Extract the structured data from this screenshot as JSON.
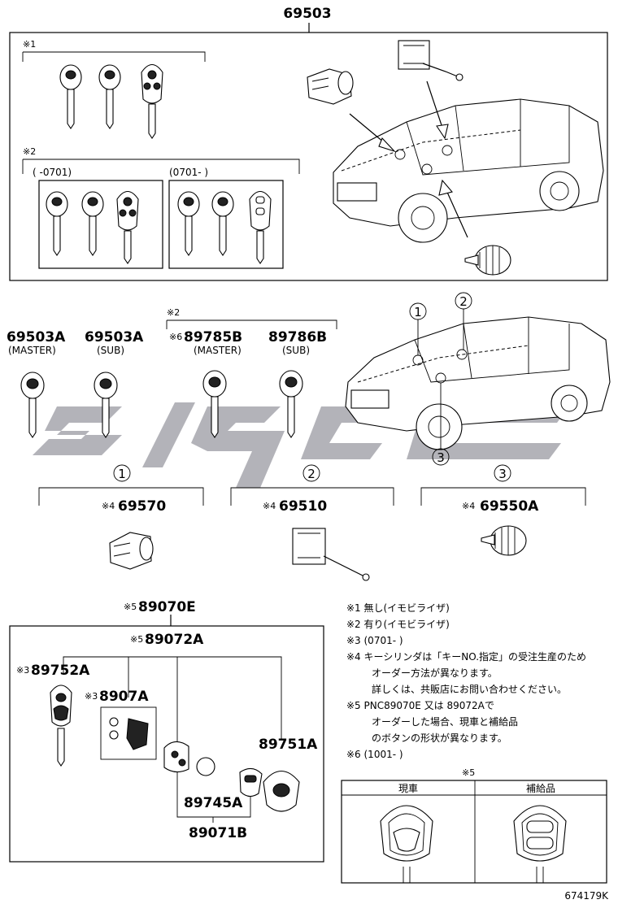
{
  "top": {
    "part_no": "69503",
    "ref1_mark": "※1",
    "ref2_mark": "※2",
    "group_a_label": "(   -0701)",
    "group_b_label": "(0701-   )"
  },
  "keys_row": {
    "ref2_mark": "※2",
    "items": [
      {
        "part_no": "69503A",
        "sub": "(MASTER)"
      },
      {
        "part_no": "69503A",
        "sub": "(SUB)"
      },
      {
        "mark": "※6",
        "part_no": "89785B",
        "sub": "(MASTER)"
      },
      {
        "part_no": "89786B",
        "sub": "(SUB)"
      }
    ]
  },
  "callouts": [
    "1",
    "2",
    "3"
  ],
  "cylinders": [
    {
      "mark": "※4",
      "part_no": "69570"
    },
    {
      "mark": "※4",
      "part_no": "69510"
    },
    {
      "mark": "※4",
      "part_no": "69550A"
    }
  ],
  "transmitter": {
    "kit_mark": "※5",
    "kit_part": "89070E",
    "assy_mark": "※5",
    "assy_part": "89072A",
    "key_mark": "※3",
    "key_part": "89752A",
    "board_mark": "※3",
    "board_part": "8907A",
    "cover_part": "89751A",
    "battery_part": "89745A",
    "case_part": "89071B"
  },
  "notes": [
    "※1 無し(イモビライザ)",
    "※2 有り(イモビライザ)",
    "※3 (0701-    )",
    "※4 キーシリンダは「キーNO.指定」の受注生産のため",
    "オーダー方法が異なります。",
    "詳しくは、共販店にお問い合わせください。",
    "※5 PNC89070E 又は 89072Aで",
    "オーダーした場合、現車と補給品",
    "のボタンの形状が異なります。",
    "※6 (1001-    )"
  ],
  "compare": {
    "mark": "※5",
    "col_left": "現車",
    "col_right": "補給品"
  },
  "figure_id": "674179K"
}
